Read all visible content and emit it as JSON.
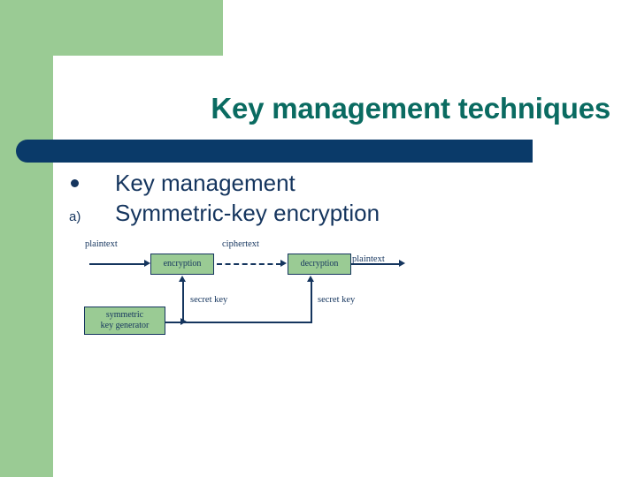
{
  "slide": {
    "title": "Key management techniques",
    "theme": {
      "accent_green": "#9ACB94",
      "title_teal": "#0A6B61",
      "bar_navy": "#0A3A69",
      "text_navy": "#15355E"
    }
  },
  "bullets": [
    {
      "marker": "•",
      "marker_type": "dot",
      "text": "Key management"
    },
    {
      "marker": "a)",
      "marker_type": "alpha",
      "text": "Symmetric-key encryption"
    }
  ],
  "diagram": {
    "name": "symmetric-key-encryption-diagram",
    "boxes": [
      {
        "id": "encryption",
        "label": "encryption"
      },
      {
        "id": "decryption",
        "label": "decryption"
      },
      {
        "id": "keygen",
        "label_line1": "symmetric",
        "label_line2": "key generator"
      }
    ],
    "labels": [
      {
        "id": "plaintext-in",
        "text": "plaintext"
      },
      {
        "id": "ciphertext",
        "text": "ciphertext"
      },
      {
        "id": "plaintext-out",
        "text": "plaintext"
      },
      {
        "id": "secret-key-left",
        "text": "secret key"
      },
      {
        "id": "secret-key-right",
        "text": "secret key"
      }
    ]
  }
}
